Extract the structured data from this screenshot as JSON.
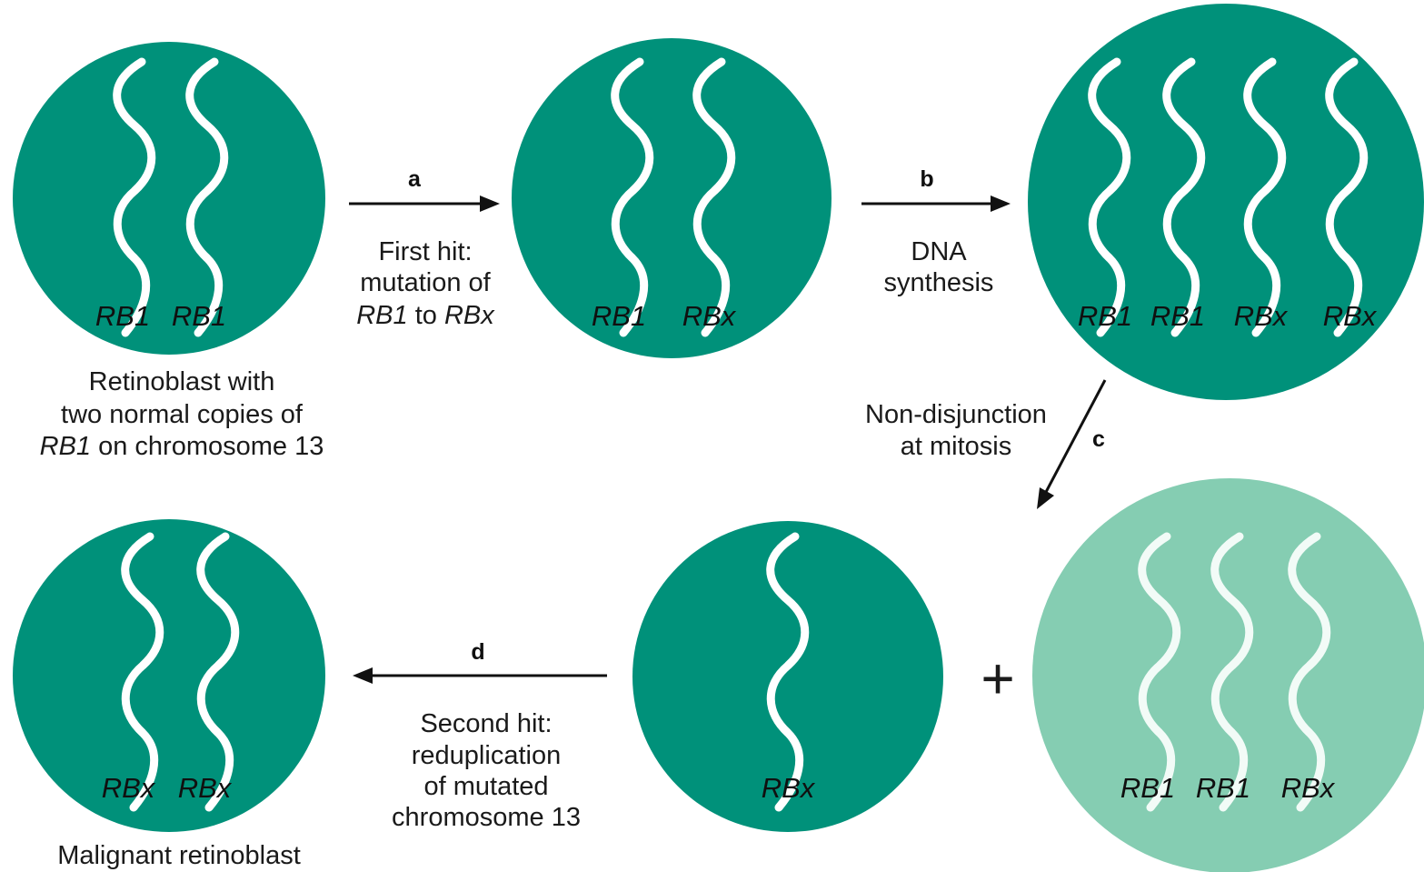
{
  "colors": {
    "cell_dark": "#00917a",
    "cell_light": "#85cdb2",
    "chromosome": "#ffffff",
    "text": "#1a1a1a"
  },
  "cells": {
    "c1": {
      "genes": [
        "RB1",
        "RB1"
      ]
    },
    "c2": {
      "genes": [
        "RB1",
        "RBx"
      ]
    },
    "c3": {
      "genes": [
        "RB1",
        "RB1",
        "RBx",
        "RBx"
      ]
    },
    "c4": {
      "genes": [
        "RBx",
        "RBx"
      ]
    },
    "c5": {
      "genes": [
        "RBx"
      ]
    },
    "c6": {
      "genes": [
        "RB1",
        "RB1",
        "RBx"
      ]
    }
  },
  "captions": {
    "c1": {
      "line1": "Retinoblast with",
      "line2": "two normal copies of",
      "line3_gene": "RB1",
      "line3_rest": " on chromosome 13"
    },
    "c4": {
      "line1": "Malignant retinoblast"
    }
  },
  "steps": {
    "a": {
      "label": "a",
      "line1": "First hit:",
      "line2": "mutation of",
      "line3_gene1": "RB1",
      "line3_mid": " to ",
      "line3_gene2": "RBx"
    },
    "b": {
      "label": "b",
      "line1": "DNA",
      "line2": "synthesis"
    },
    "c": {
      "label": "c",
      "line1": "Non-disjunction",
      "line2": "at mitosis"
    },
    "d": {
      "label": "d",
      "line1": "Second hit:",
      "line2": "reduplication",
      "line3": "of mutated",
      "line4": "chromosome 13"
    }
  },
  "plus_sign": "+"
}
